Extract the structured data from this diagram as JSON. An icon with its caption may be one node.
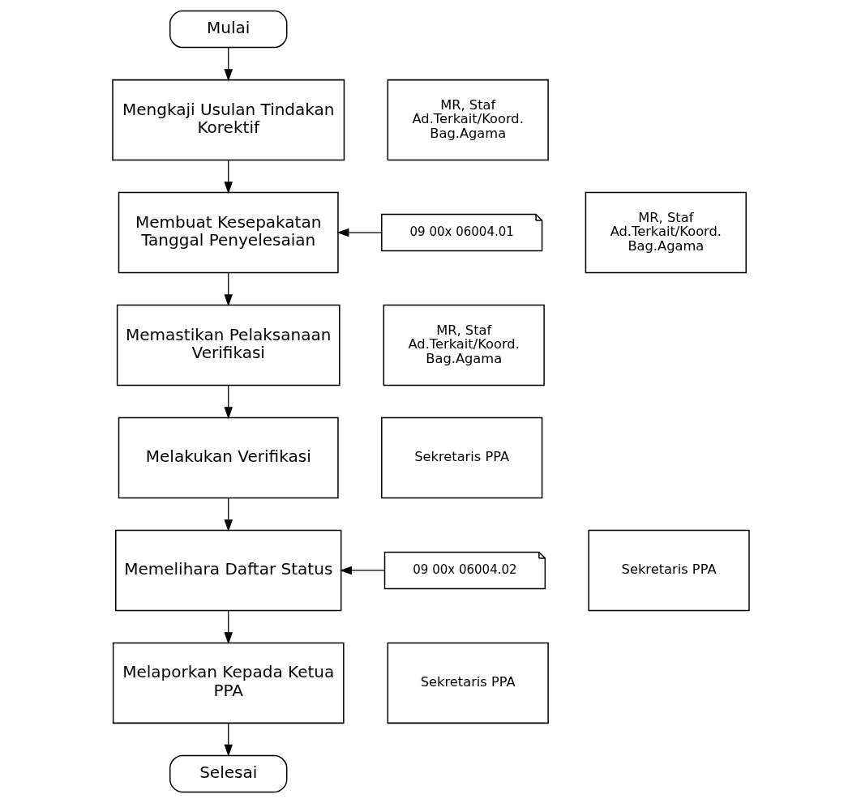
{
  "diagram": {
    "nodes": [
      {
        "text": [
          "Mulai"
        ]
      },
      {
        "text": [
          "MR, Staf Ad.Terkait/Koord. Bag.Agama"
        ]
      },
      {
        "text": [
          "Mengkaji Usulan Tindakan Korektif"
        ]
      },
      {
        "text": [
          "MR, Staf Ad.Terkait/Koord. Bag.Agama"
        ]
      },
      {
        "text": [
          "Membuat Kesepakatan Tanggal Penyelesaian"
        ]
      },
      {
        "text": [
          "09 00x 06004.01"
        ]
      },
      {
        "text": [
          "MR, Staf Ad.Terkait/Koord. Bag.Agama"
        ]
      },
      {
        "text": [
          "Memastikan Pelaksanaan Verifikasi"
        ]
      },
      {
        "text": [
          "Sekretaris PPA"
        ]
      },
      {
        "text": [
          "Melakukan Verifikasi"
        ]
      },
      {
        "text": [
          "Sekretaris PPA"
        ]
      },
      {
        "text": [
          "Memelihara Daftar Status"
        ]
      },
      {
        "text": [
          "09 00x 06004.02"
        ]
      },
      {
        "text": [
          "Sekretaris PPA"
        ]
      },
      {
        "text": [
          "Melaporkan Kepada Ketua PPA"
        ]
      },
      {
        "text": [
          "Selesai"
        ]
      }
    ],
    "edges": [
      {
        "from": 0,
        "to": 2,
        "arrow": "to"
      },
      {
        "from": 2,
        "to": 4,
        "arrow": "to"
      },
      {
        "from": 5,
        "to": 4,
        "arrow": "to"
      },
      {
        "from": 4,
        "to": 7,
        "arrow": "to"
      },
      {
        "from": 7,
        "to": 9,
        "arrow": "to"
      },
      {
        "from": 9,
        "to": 11,
        "arrow": "to"
      },
      {
        "from": 12,
        "to": 11,
        "arrow": "to"
      },
      {
        "from": 11,
        "to": 14,
        "arrow": "to"
      },
      {
        "from": 14,
        "to": 15,
        "arrow": "to"
      }
    ]
  }
}
